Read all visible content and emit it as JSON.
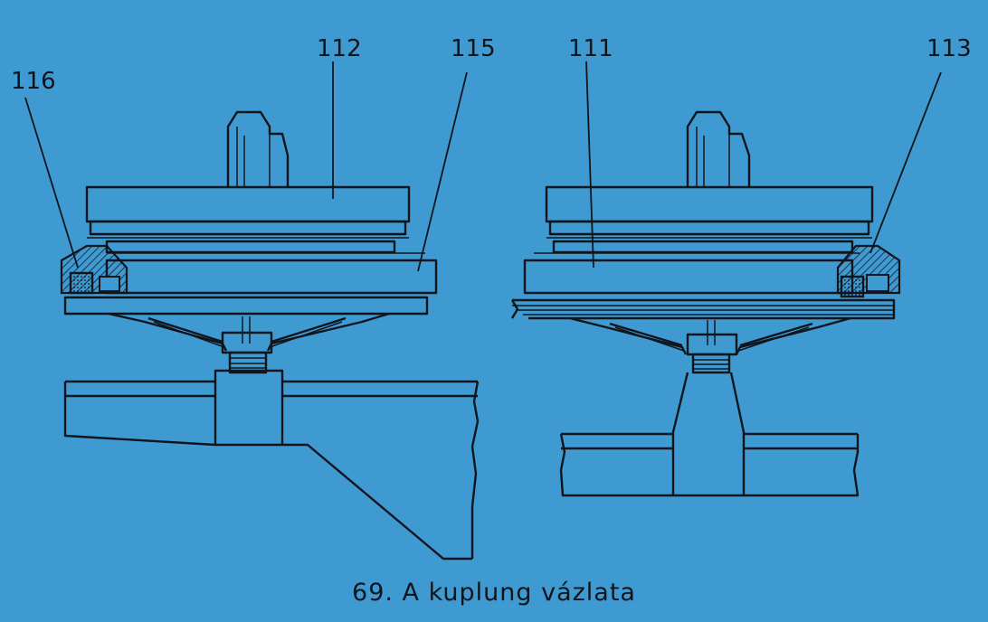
{
  "labels": {
    "l116": "116",
    "l112": "112",
    "l115": "115",
    "l111": "111",
    "l113": "113"
  },
  "caption": "69. A kuplung vázlata",
  "colors": {
    "background": "#3f9ad2",
    "ink": "#10151c"
  }
}
